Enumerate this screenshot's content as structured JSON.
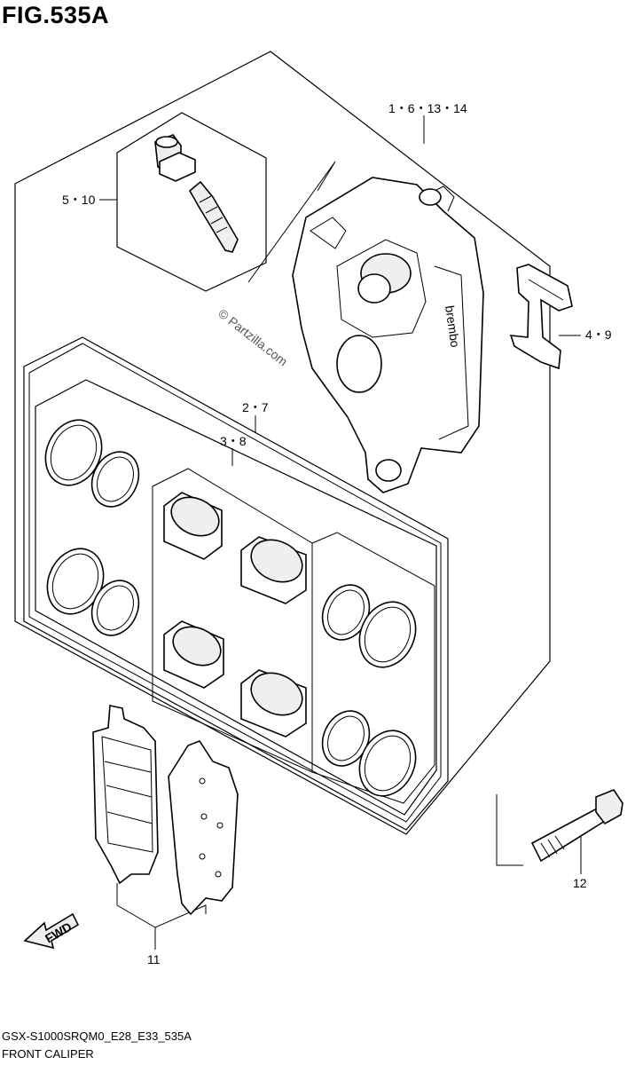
{
  "figure": {
    "title": "FIG.535A",
    "code": "GSX-S1000SRQM0_E28_E33_535A",
    "name": "FRONT CALIPER",
    "watermark": "© Partzilla.com"
  },
  "callouts": {
    "caliper": "1・6・13・14",
    "bleeder": "5・10",
    "spring": "4・9",
    "seal_kit": "2・7",
    "piston_set": "3・8",
    "bolt": "12",
    "pads": "11"
  },
  "caliper_brand": "brembo",
  "fwd_label": "FWD"
}
